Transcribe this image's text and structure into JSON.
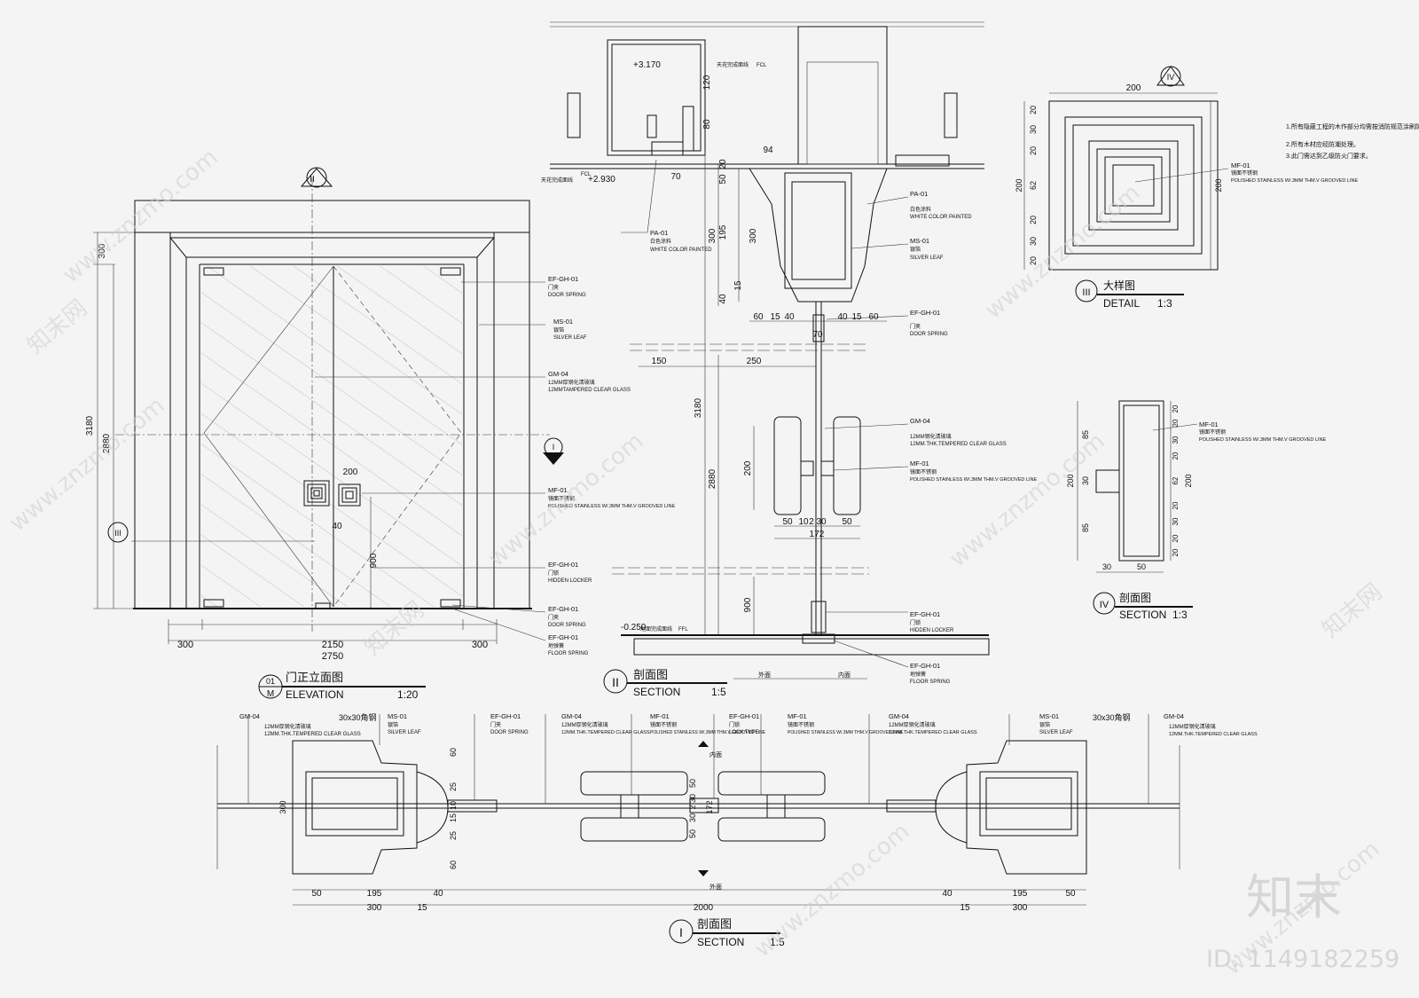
{
  "elevation": {
    "title_cn": "门正立面图",
    "title_en": "ELEVATION",
    "scale": "1:20",
    "badge_top": "01",
    "badge_bottom": "M",
    "dims_bottom": [
      "300",
      "2150",
      "300",
      "2750"
    ],
    "dims_left": [
      "300",
      "3180",
      "2880"
    ],
    "dims_misc": [
      "200",
      "40",
      "900"
    ],
    "section_marker": "II",
    "section_marker_2": "I",
    "detail_marker": "III",
    "tags": [
      {
        "code": "EF-GH-01",
        "cn": "门夹",
        "en": "DOOR SPRING"
      },
      {
        "code": "MS-01",
        "cn": "银箔",
        "en": "SILVER LEAF"
      },
      {
        "code": "GM-04",
        "cn": "12MM厚钢化清玻璃",
        "en": "12MMTAMPERED CLEAR GLASS"
      },
      {
        "code": "MF-01",
        "cn": "镜面不锈钢",
        "en": "POLISHED STAINLESS W/.3MM THM.V GROOVED LINE"
      },
      {
        "code": "EF-GH-01",
        "cn": "门锁",
        "en": "HIDDEN LOCKER"
      },
      {
        "code": "EF-GH-01",
        "cn": "门夹",
        "en": "DOOR SPRING"
      },
      {
        "code": "EF-GH-01",
        "cn": "地弹簧",
        "en": "FLOOR SPRING"
      }
    ]
  },
  "section2": {
    "title_cn": "剖面图",
    "title_en": "SECTION",
    "scale": "1:5",
    "marker": "II",
    "levels": [
      "+3.170",
      "+2.930",
      "-0.250"
    ],
    "level_notes": [
      "天花完成面线",
      "FCL",
      "天花完成面线",
      "FCL",
      "地面完成面线",
      "FFL"
    ],
    "dims": [
      "120",
      "80",
      "70",
      "20",
      "50",
      "94",
      "300",
      "195",
      "300",
      "40",
      "15",
      "60",
      "15",
      "40",
      "40",
      "15",
      "60",
      "70",
      "150",
      "250",
      "3180",
      "2880",
      "200",
      "50",
      "10",
      "2",
      "30",
      "50",
      "172",
      "900"
    ],
    "side_labels": [
      "外面",
      "内面"
    ],
    "tags": [
      {
        "code": "PA-01",
        "cn": "白色涂料",
        "en": "WHITE COLOR PAINTED"
      },
      {
        "code": "PA-01",
        "cn": "白色涂料",
        "en": "WHITE COLOR PAINTED"
      },
      {
        "code": "MS-01",
        "cn": "银箔",
        "en": "SILVER LEAF"
      },
      {
        "code": "EF-GH-01",
        "cn": "门夹",
        "en": "DOOR SPRING"
      },
      {
        "code": "GM-04",
        "cn": "12MM钢化清玻璃",
        "en": "12MM.THK.TEMPERED CLEAR GLASS"
      },
      {
        "code": "MF-01",
        "cn": "镜面不锈钢",
        "en": "POLISHED STAINLESS W/.3MM THM.V GROOVED LINE"
      },
      {
        "code": "EF-GH-01",
        "cn": "门锁",
        "en": "HIDDEN LOCKER"
      },
      {
        "code": "EF-GH-01",
        "cn": "地弹簧",
        "en": "FLOOR SPRING"
      }
    ]
  },
  "detail3": {
    "title_cn": "大样图",
    "title_en": "DETAIL",
    "scale": "1:3",
    "marker": "III",
    "ref_marker": "IV",
    "dims_top": "200",
    "dims_left": [
      "20",
      "30",
      "20",
      "62",
      "20",
      "30",
      "20"
    ],
    "dims_left_total": "200",
    "dims_right_total": "200",
    "tag": {
      "code": "MF-01",
      "cn": "镜面不锈钢",
      "en": "POLISHED STAINLESS W/.3MM THM.V GROOVED LINE"
    },
    "notes": [
      "1.所有隐蔽工程的木作部分均需按消防规范涂刷防火漆。",
      "2.所有木材应经防潮处理。",
      "3.此门需达到乙级防火门要求。"
    ]
  },
  "section4": {
    "title_cn": "剖面图",
    "title_en": "SECTION",
    "scale": "1:3",
    "marker": "IV",
    "dims_left": [
      "85",
      "30",
      "85",
      "200"
    ],
    "dims_right": [
      "20",
      "20",
      "30",
      "20",
      "62",
      "20",
      "30",
      "20",
      "20"
    ],
    "dims_right_total": "200",
    "dims_bottom": [
      "30",
      "50"
    ],
    "tag": {
      "code": "MF-01",
      "cn": "镜面不锈钢",
      "en": "POLISHED STAINLESS W/.3MM THM.V GROOVED LINE"
    }
  },
  "section1": {
    "title_cn": "剖面图",
    "title_en": "SECTION",
    "scale": "1:5",
    "marker": "I",
    "dims_bottom": [
      "50",
      "195",
      "40",
      "300",
      "15",
      "2000",
      "40",
      "15",
      "195",
      "50",
      "300"
    ],
    "dims_side": [
      "60",
      "25",
      "10",
      "15",
      "25",
      "60",
      "300",
      "50",
      "30",
      "2",
      "30",
      "50",
      "172"
    ],
    "side_labels": [
      "内面",
      "外面"
    ],
    "tags": [
      {
        "code": "GM-04",
        "cn": "12MM厚钢化清玻璃",
        "en": "12MM.THK.TEMPERED CLEAR GLASS"
      },
      {
        "code": "MS-01",
        "cn": "银箔",
        "en": "SILVER LEAF"
      },
      {
        "code": "EF-GH-01",
        "cn": "门夹",
        "en": "DOOR SPRING"
      },
      {
        "code": "GM-04",
        "cn": "12MM厚钢化清玻璃",
        "en": "12MM.THK.TEMPERED CLEAR GLASS"
      },
      {
        "code": "MF-01",
        "cn": "镜面不锈钢",
        "en": "POLISHED STAINLESS W/.3MM THM.V GROOVED LINE"
      },
      {
        "code": "EF-GH-01",
        "cn": "门锁",
        "en": "LOCK TYPE"
      },
      {
        "code": "MF-01",
        "cn": "镜面不锈钢",
        "en": "POLISHED STAINLESS W/.3MM THM.V GROOVED LINE"
      },
      {
        "code": "GM-04",
        "cn": "12MM厚钢化清玻璃",
        "en": "12MM.THK.TEMPERED CLEAR GLASS"
      },
      {
        "code": "MS-01",
        "cn": "银箔",
        "en": "SILVER LEAF"
      },
      {
        "code": "GM-04",
        "cn": "12MM厚钢化清玻璃",
        "en": "12MM.THK.TEMPERED CLEAR GLASS"
      }
    ],
    "angle_notes": [
      "30x30角钢",
      "30x30角钢"
    ]
  },
  "watermark": {
    "logo_text": "知末",
    "id_text": "ID: 1149182259",
    "site_text": "www.znzmo.com",
    "site_cn": "知末网"
  }
}
